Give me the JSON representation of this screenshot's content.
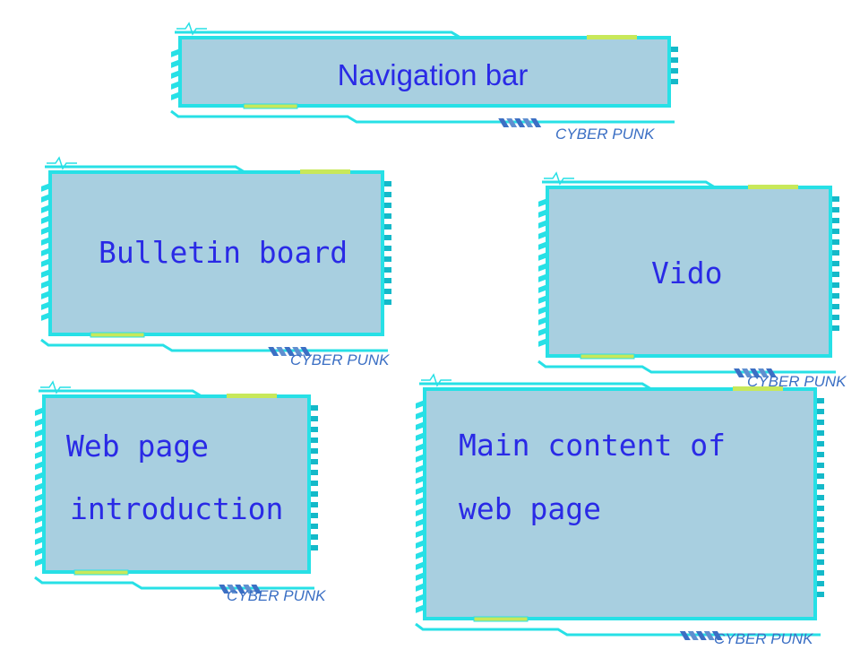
{
  "panels": {
    "navigation": {
      "label": "Navigation bar",
      "tag": "CYBER PUNK"
    },
    "bulletin": {
      "label": "Bulletin board",
      "tag": "CYBER PUNK"
    },
    "video": {
      "label": "Vido",
      "tag": "CYBER PUNK"
    },
    "intro": {
      "line1": "Web page",
      "line2": "introduction",
      "tag": "CYBER PUNK"
    },
    "main": {
      "line1": "Main content of",
      "line2": "web page",
      "tag": "CYBER PUNK"
    }
  },
  "colors": {
    "fill": "#a8cfe0",
    "frame": "#27e0e6",
    "frame_dark": "#14b9c9",
    "text": "#2a2ae6",
    "tag": "#3b6fc4"
  }
}
